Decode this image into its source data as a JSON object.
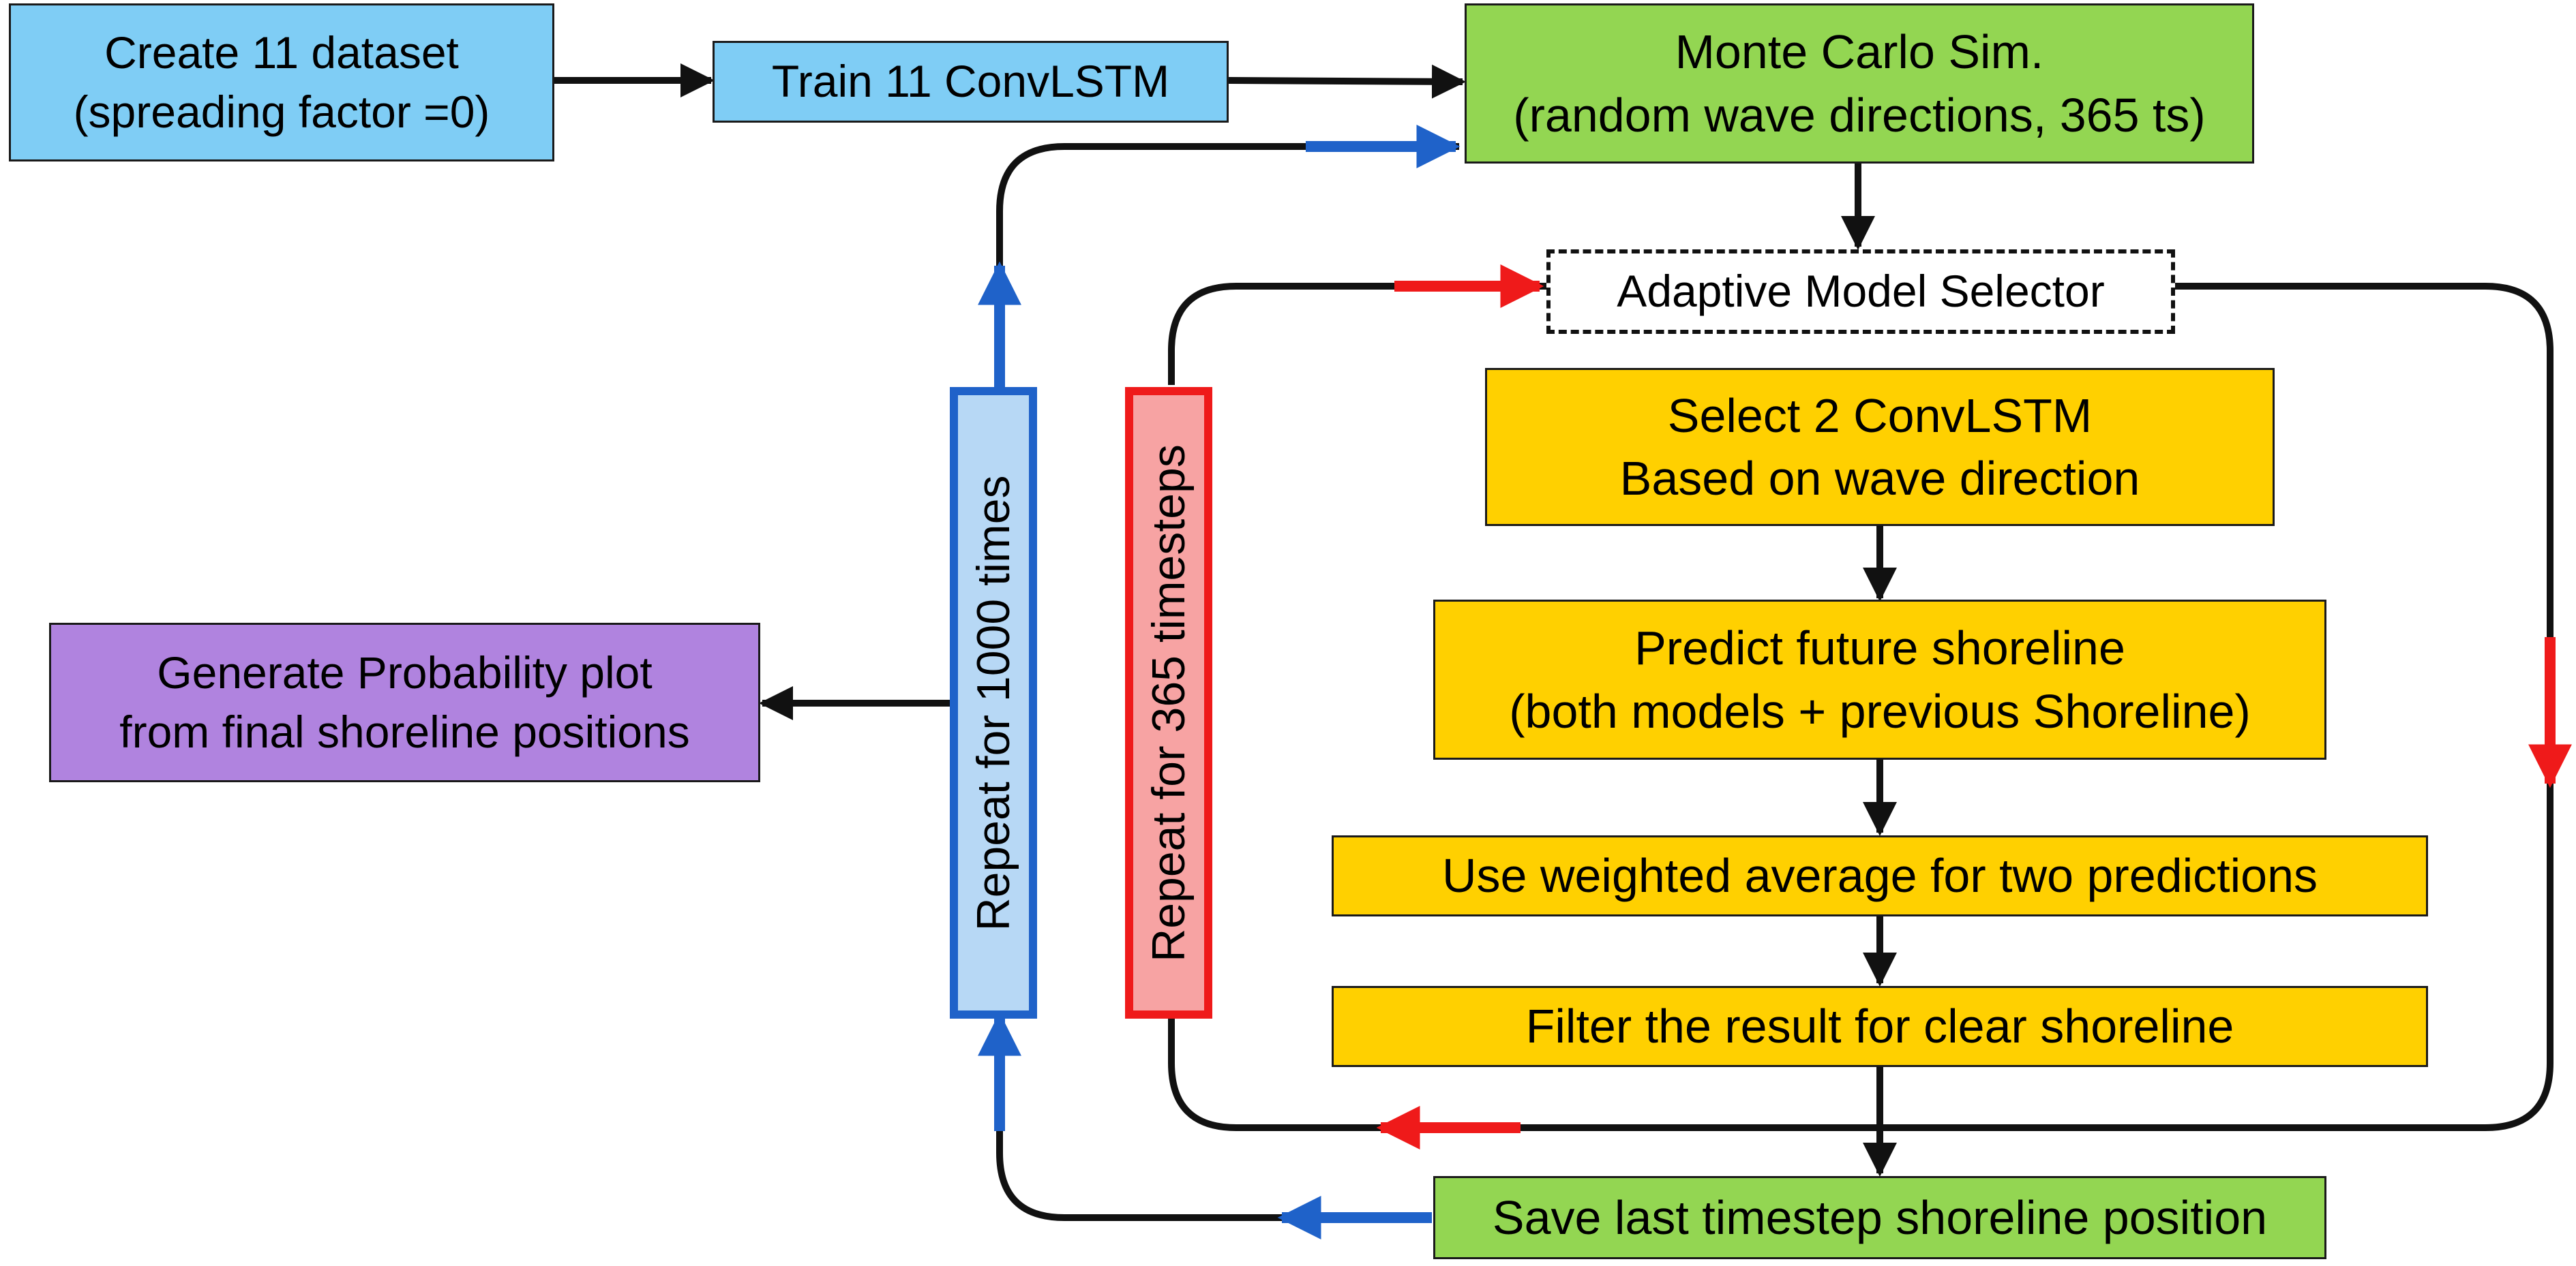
{
  "nodes": {
    "create_dataset": [
      "Create 11 dataset",
      "(spreading factor =0)"
    ],
    "train": [
      "Train 11 ConvLSTM"
    ],
    "monte_carlo": [
      "Monte Carlo Sim.",
      "(random wave directions, 365 ts)"
    ],
    "selector": [
      "Adaptive Model Selector"
    ],
    "select_models": [
      "Select 2 ConvLSTM",
      "Based on wave direction"
    ],
    "predict": [
      "Predict future shoreline",
      "(both models + previous Shoreline)"
    ],
    "weighted_average": [
      "Use weighted average for two predictions"
    ],
    "filter": [
      "Filter the result for clear shoreline"
    ],
    "save": [
      "Save last timestep shoreline position"
    ],
    "probability_plot": [
      "Generate Probability plot",
      "from final shoreline positions"
    ]
  },
  "loops": {
    "outer": "Repeat for 1000 times",
    "inner": "Repeat for 365 timesteps"
  },
  "colors": {
    "data_prep": "#7fcdf5",
    "simulation": "#93d652",
    "processing": "#ffd000",
    "output": "#b083df",
    "outer_loop": "#1f62c9",
    "outer_loop_fill": "#b7d8f5",
    "inner_loop": "#ef1a1a",
    "inner_loop_fill": "#f7a3a3",
    "flow": "#111111"
  }
}
